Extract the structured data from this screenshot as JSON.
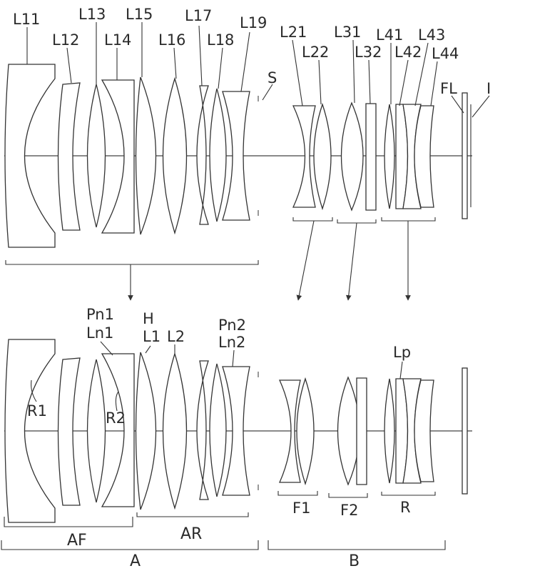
{
  "top_labels": {
    "L11": "L11",
    "L12": "L12",
    "L13": "L13",
    "L14": "L14",
    "L15": "L15",
    "L16": "L16",
    "L17": "L17",
    "L18": "L18",
    "L19": "L19",
    "S": "S",
    "L21": "L21",
    "L22": "L22",
    "L31": "L31",
    "L32": "L32",
    "L41": "L41",
    "L42": "L42",
    "L43": "L43",
    "L44": "L44",
    "FL": "FL",
    "I": "I"
  },
  "bottom_labels": {
    "Pn1": "Pn1",
    "Ln1": "Ln1",
    "H": "H",
    "L1": "L1",
    "L2": "L2",
    "Pn2": "Pn2",
    "Ln2": "Ln2",
    "R1": "R1",
    "R2": "R2",
    "Lp": "Lp",
    "F1": "F1",
    "F2": "F2",
    "R": "R",
    "AF": "AF",
    "AR": "AR",
    "A": "A",
    "B": "B"
  }
}
